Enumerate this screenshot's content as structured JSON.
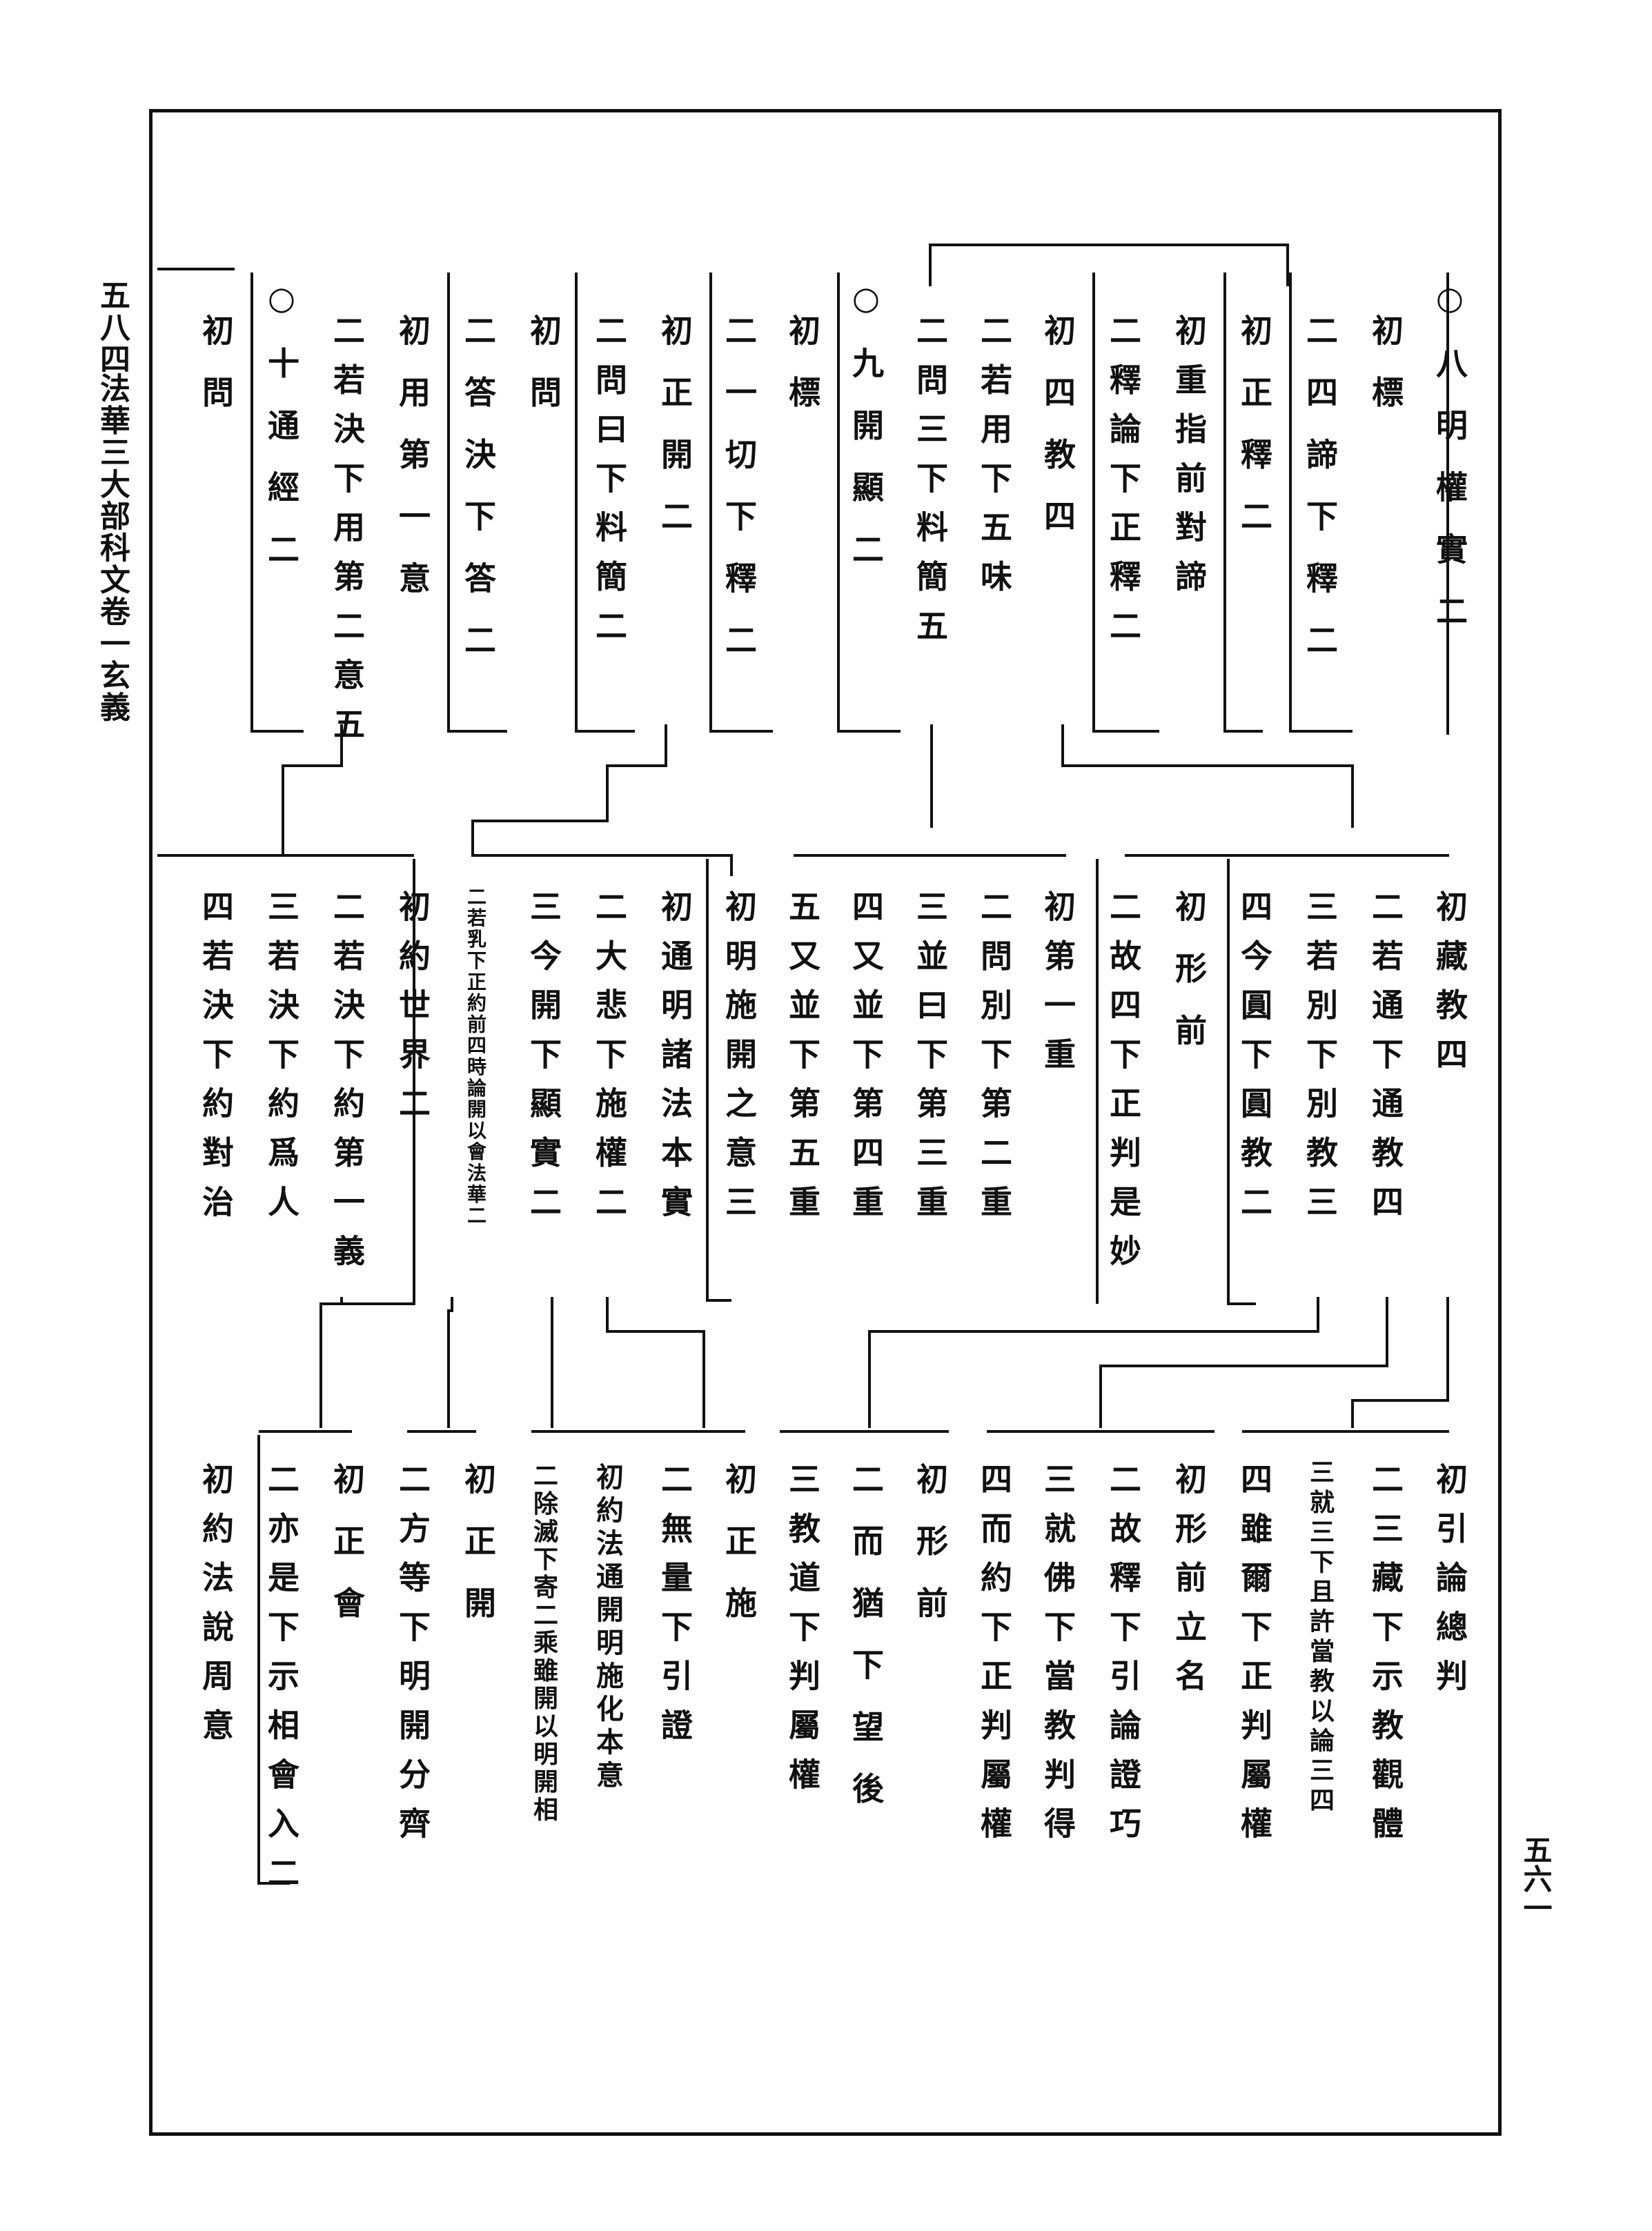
{
  "margin": {
    "volume_page": "五八四",
    "book_title": "法華三大部科文卷一玄義"
  },
  "page_number": "五六一",
  "rows": [
    {
      "columns": [
        "○八明權實二",
        "初標",
        "二四諦下釋二",
        "初正釋二",
        "初重指前對諦",
        "二釋論下正釋二",
        "初四教四",
        "二若用下五味",
        "二問三下料簡五",
        "○九開顯二",
        "初標",
        "二一切下釋二",
        "初正開二",
        "二問曰下料簡二",
        "初問",
        "二答決下答二",
        "初用第一意",
        "二若決下用第二意五",
        "○十通經二",
        "初問"
      ]
    },
    {
      "columns": [
        "初藏教四",
        "二若通下通教四",
        "三若別下別教三",
        "四今圓下圓教二",
        "初形前",
        "二故四下正判是妙",
        "初第一重",
        "二問別下第二重",
        "三並曰下第三重",
        "四又並下第四重",
        "五又並下第五重",
        "初明施開之意三",
        "初通明諸法本實",
        "二大悲下施權二",
        "三今開下顯實二",
        "二若乳下正約前四時論開以會法華二",
        "初約世界二",
        "二若決下約第一義",
        "三若決下約爲人",
        "四若決下約對治"
      ]
    },
    {
      "columns": [
        "初引論總判",
        "二三藏下示教觀體",
        "三就三下且許當教以論三四",
        "四雖爾下正判屬權",
        "初形前立名",
        "二故釋下引論證巧",
        "三就佛下當教判得",
        "四而約下正判屬權",
        "初形前",
        "二而猶下望後",
        "三教道下判屬權",
        "初正施",
        "二無量下引證",
        "初約法通開明施化本意",
        "二除滅下寄二乘雖開以明開相",
        "初正開",
        "二方等下明開分齊",
        "初正會",
        "二亦是下示相會入二",
        "初約法說周意"
      ]
    }
  ]
}
